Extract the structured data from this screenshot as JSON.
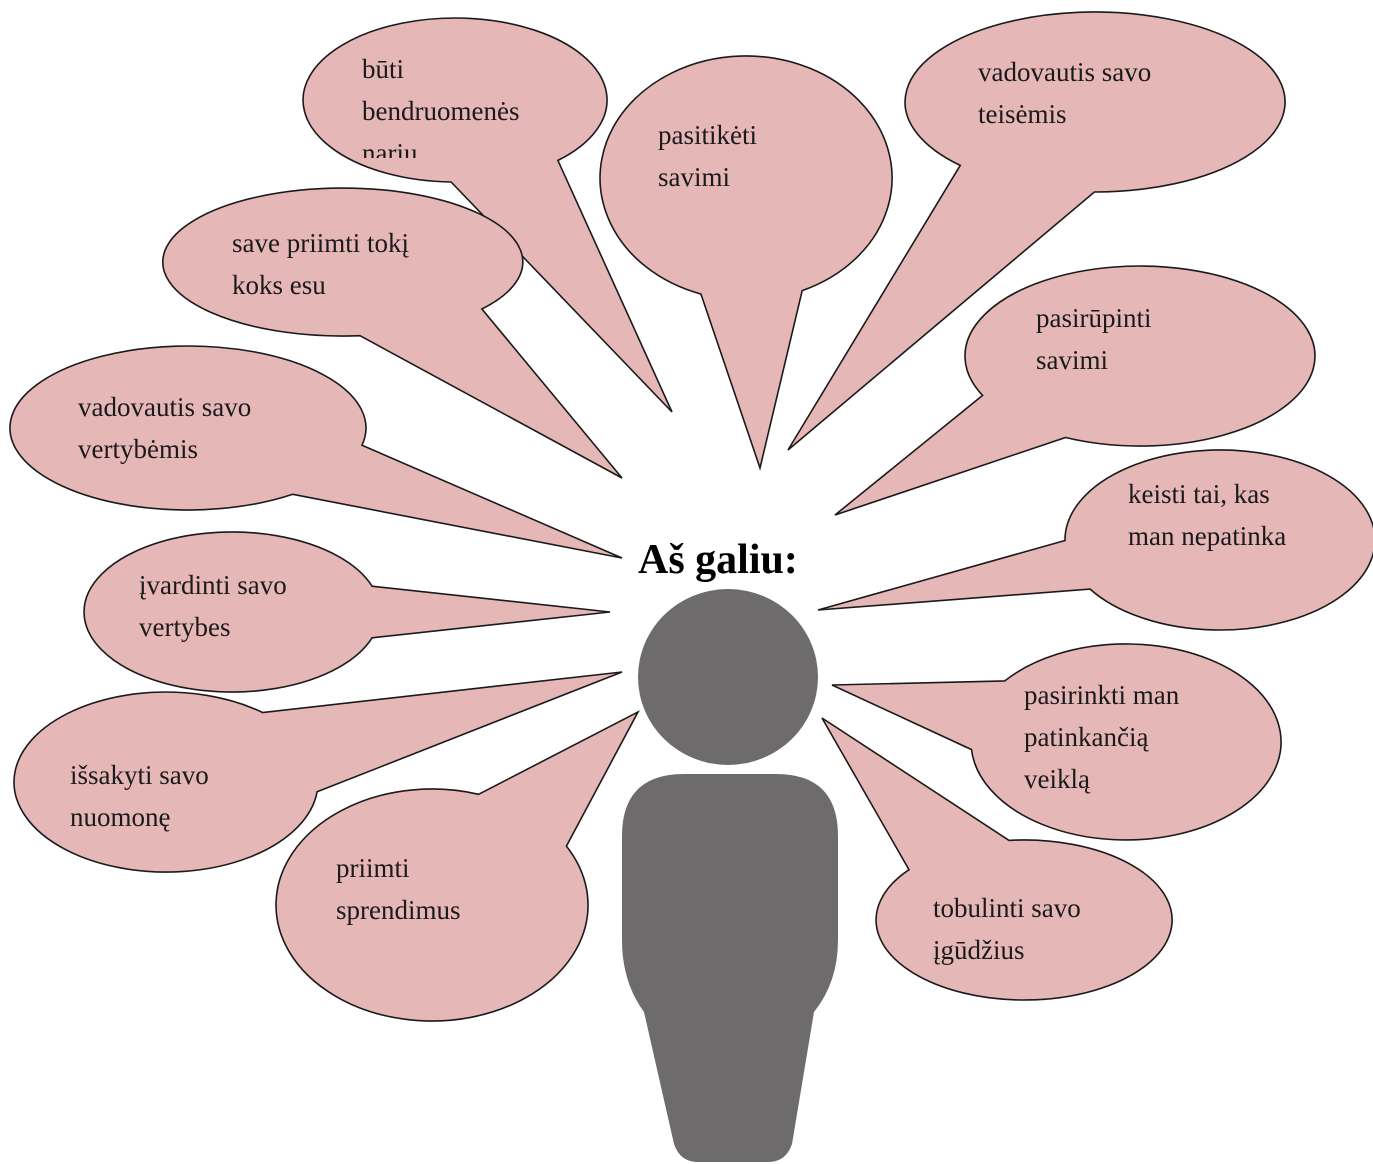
{
  "title": "Aš galiu:",
  "colors": {
    "bubble_fill": "#e6b7b7",
    "bubble_stroke": "#1a1a1a",
    "figure_fill": "#6d6b6b"
  },
  "icons": {
    "figure": "person-silhouette-icon"
  },
  "bubbles": [
    {
      "id": "buti-bendruomenes-nariu",
      "text": "būti\nbendruomenės\nnariu"
    },
    {
      "id": "pasitiketi-savimi",
      "text": "pasitikėti\nsavimi"
    },
    {
      "id": "vadovautis-teisemis",
      "text": "vadovautis savo\nteisėmis"
    },
    {
      "id": "save-priimti",
      "text": "save priimti tokį\nkoks esu"
    },
    {
      "id": "pasirupinti-savimi",
      "text": "pasirūpinti\nsavimi"
    },
    {
      "id": "vadovautis-vertybemis",
      "text": "vadovautis savo\nvertybėmis"
    },
    {
      "id": "keisti-tai",
      "text": "keisti tai, kas\nman nepatinka"
    },
    {
      "id": "ivardinti-vertybes",
      "text": "įvardinti savo\nvertybes"
    },
    {
      "id": "pasirinkti-veikla",
      "text": "pasirinkti man\npatinkančią\nveiklą"
    },
    {
      "id": "issakyti-nuomone",
      "text": "išsakyti savo\nnuomonę"
    },
    {
      "id": "priimti-sprendimus",
      "text": "priimti\nsprendimus"
    },
    {
      "id": "tobulinti-igudzius",
      "text": "tobulinti savo\nįgūdžius"
    }
  ]
}
